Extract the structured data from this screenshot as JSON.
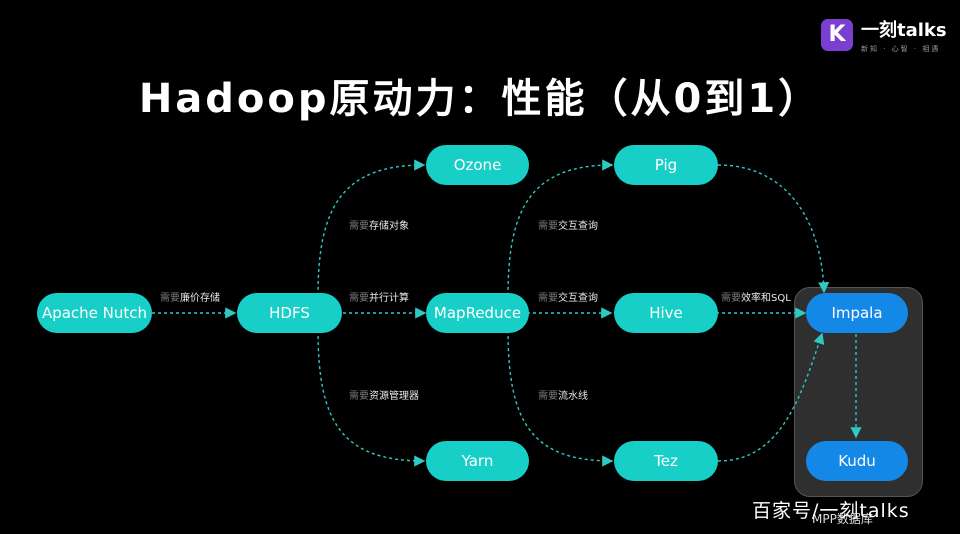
{
  "title": "Hadoop原动力：性能（从0到1）",
  "logo": {
    "brand": "一刻talks",
    "tagline": "新知 · 心智 · 相遇",
    "mark": "K"
  },
  "watermark": "百家号/一刻talks",
  "group_label": "MPP数据库",
  "nodes": [
    {
      "id": "apache",
      "label": "Apache Nutch"
    },
    {
      "id": "hdfs",
      "label": "HDFS"
    },
    {
      "id": "ozone",
      "label": "Ozone"
    },
    {
      "id": "mapreduce",
      "label": "MapReduce"
    },
    {
      "id": "yarn",
      "label": "Yarn"
    },
    {
      "id": "pig",
      "label": "Pig"
    },
    {
      "id": "hive",
      "label": "Hive"
    },
    {
      "id": "tez",
      "label": "Tez"
    },
    {
      "id": "impala",
      "label": "Impala"
    },
    {
      "id": "kudu",
      "label": "Kudu"
    }
  ],
  "edge_labels": [
    {
      "prefix": "需要",
      "text": "廉价存储"
    },
    {
      "prefix": "需要",
      "text": "存储对象"
    },
    {
      "prefix": "需要",
      "text": "并行计算"
    },
    {
      "prefix": "需要",
      "text": "资源管理器"
    },
    {
      "prefix": "需要",
      "text": "交互查询"
    },
    {
      "prefix": "需要",
      "text": "交互查询"
    },
    {
      "prefix": "需要",
      "text": "流水线"
    },
    {
      "prefix": "需要",
      "text": "效率和SQL"
    }
  ],
  "colors": {
    "node": "#18cfc8",
    "node_highlight": "#1488e6",
    "edge": "#2fc9c3"
  }
}
